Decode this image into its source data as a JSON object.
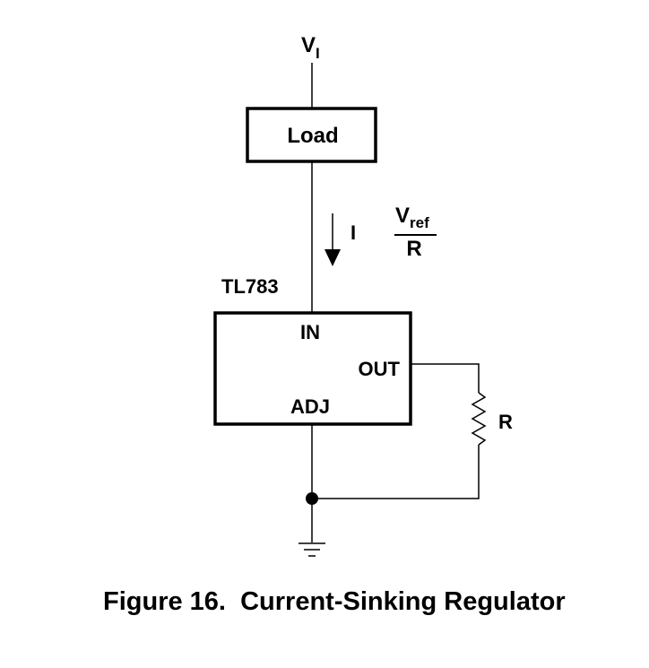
{
  "supply": {
    "symbol": "V",
    "subscript": "I"
  },
  "load": {
    "label": "Load"
  },
  "current": {
    "label": "I"
  },
  "formula": {
    "numerator_symbol": "V",
    "numerator_subscript": "ref",
    "denominator": "R"
  },
  "regulator": {
    "part_number": "TL783",
    "pins": {
      "in": "IN",
      "out": "OUT",
      "adj": "ADJ"
    }
  },
  "resistor": {
    "label": "R"
  },
  "caption": "Figure 16.  Current-Sinking Regulator"
}
